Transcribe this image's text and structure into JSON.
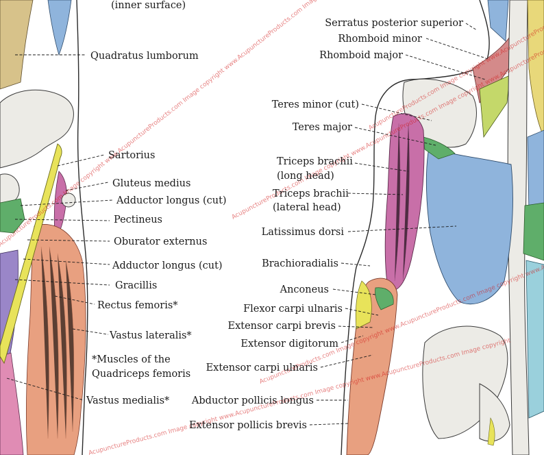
{
  "colors": {
    "background": "#ffffff",
    "text": "#1a1a1a",
    "watermark": "#d21818",
    "yellow_muscle": "#e8e35a",
    "pink_muscle": "#c86fa8",
    "blue_muscle": "#8fb4dc",
    "green_muscle": "#5fae6a",
    "salmon_muscle": "#e8a080",
    "tan_muscle": "#d7c28a",
    "bone": "#ecebe6"
  },
  "labels": [
    {
      "id": "inner-surface",
      "text": "(inner surface)"
    },
    {
      "id": "quadratus-lumborum",
      "text": "Quadratus lumborum"
    },
    {
      "id": "sartorius",
      "text": "Sartorius"
    },
    {
      "id": "gluteus-medius",
      "text": "Gluteus medius"
    },
    {
      "id": "adductor-longus-cut-1",
      "text": "Adductor longus (cut)"
    },
    {
      "id": "pectineus",
      "text": "Pectineus"
    },
    {
      "id": "oburator-externus",
      "text": "Oburator externus"
    },
    {
      "id": "adductor-longus-cut-2",
      "text": "Adductor longus (cut)"
    },
    {
      "id": "gracillis",
      "text": "Gracillis"
    },
    {
      "id": "rectus-femoris",
      "text": "Rectus femoris*"
    },
    {
      "id": "vastus-lateralis",
      "text": "Vastus lateralis*"
    },
    {
      "id": "quadriceps-note-1",
      "text": "*Muscles of the"
    },
    {
      "id": "quadriceps-note-2",
      "text": "Quadriceps femoris"
    },
    {
      "id": "vastus-medialis",
      "text": "Vastus medialis*"
    },
    {
      "id": "serratus-posterior-superior",
      "text": "Serratus posterior superior"
    },
    {
      "id": "rhomboid-minor",
      "text": "Rhomboid minor"
    },
    {
      "id": "rhomboid-major",
      "text": "Rhomboid major"
    },
    {
      "id": "teres-minor-cut",
      "text": "Teres minor (cut)"
    },
    {
      "id": "teres-major",
      "text": "Teres major"
    },
    {
      "id": "triceps-long-1",
      "text": "Triceps brachii"
    },
    {
      "id": "triceps-long-2",
      "text": "(long head)"
    },
    {
      "id": "triceps-lateral-1",
      "text": "Triceps brachii"
    },
    {
      "id": "triceps-lateral-2",
      "text": "(lateral head)"
    },
    {
      "id": "latissimus-dorsi",
      "text": "Latissimus dorsi"
    },
    {
      "id": "brachioradialis",
      "text": "Brachioradialis"
    },
    {
      "id": "anconeus",
      "text": "Anconeus"
    },
    {
      "id": "flexor-carpi-ulnaris",
      "text": "Flexor carpi ulnaris"
    },
    {
      "id": "extensor-carpi-brevis",
      "text": "Extensor carpi brevis"
    },
    {
      "id": "extensor-digitorum",
      "text": "Extensor digitorum"
    },
    {
      "id": "extensor-carpi-ulnaris",
      "text": "Extensor carpi ulnaris"
    },
    {
      "id": "abductor-pollicis-longus",
      "text": "Abductor pollicis longus"
    },
    {
      "id": "extensor-pollicis-brevis",
      "text": "Extensor pollicis brevis"
    }
  ],
  "watermark": {
    "text": "AcupunctureProducts.com Image copyright www.AcupunctureProducts.com Image copyright www.AcupunctureProducts.com Image copyright"
  }
}
